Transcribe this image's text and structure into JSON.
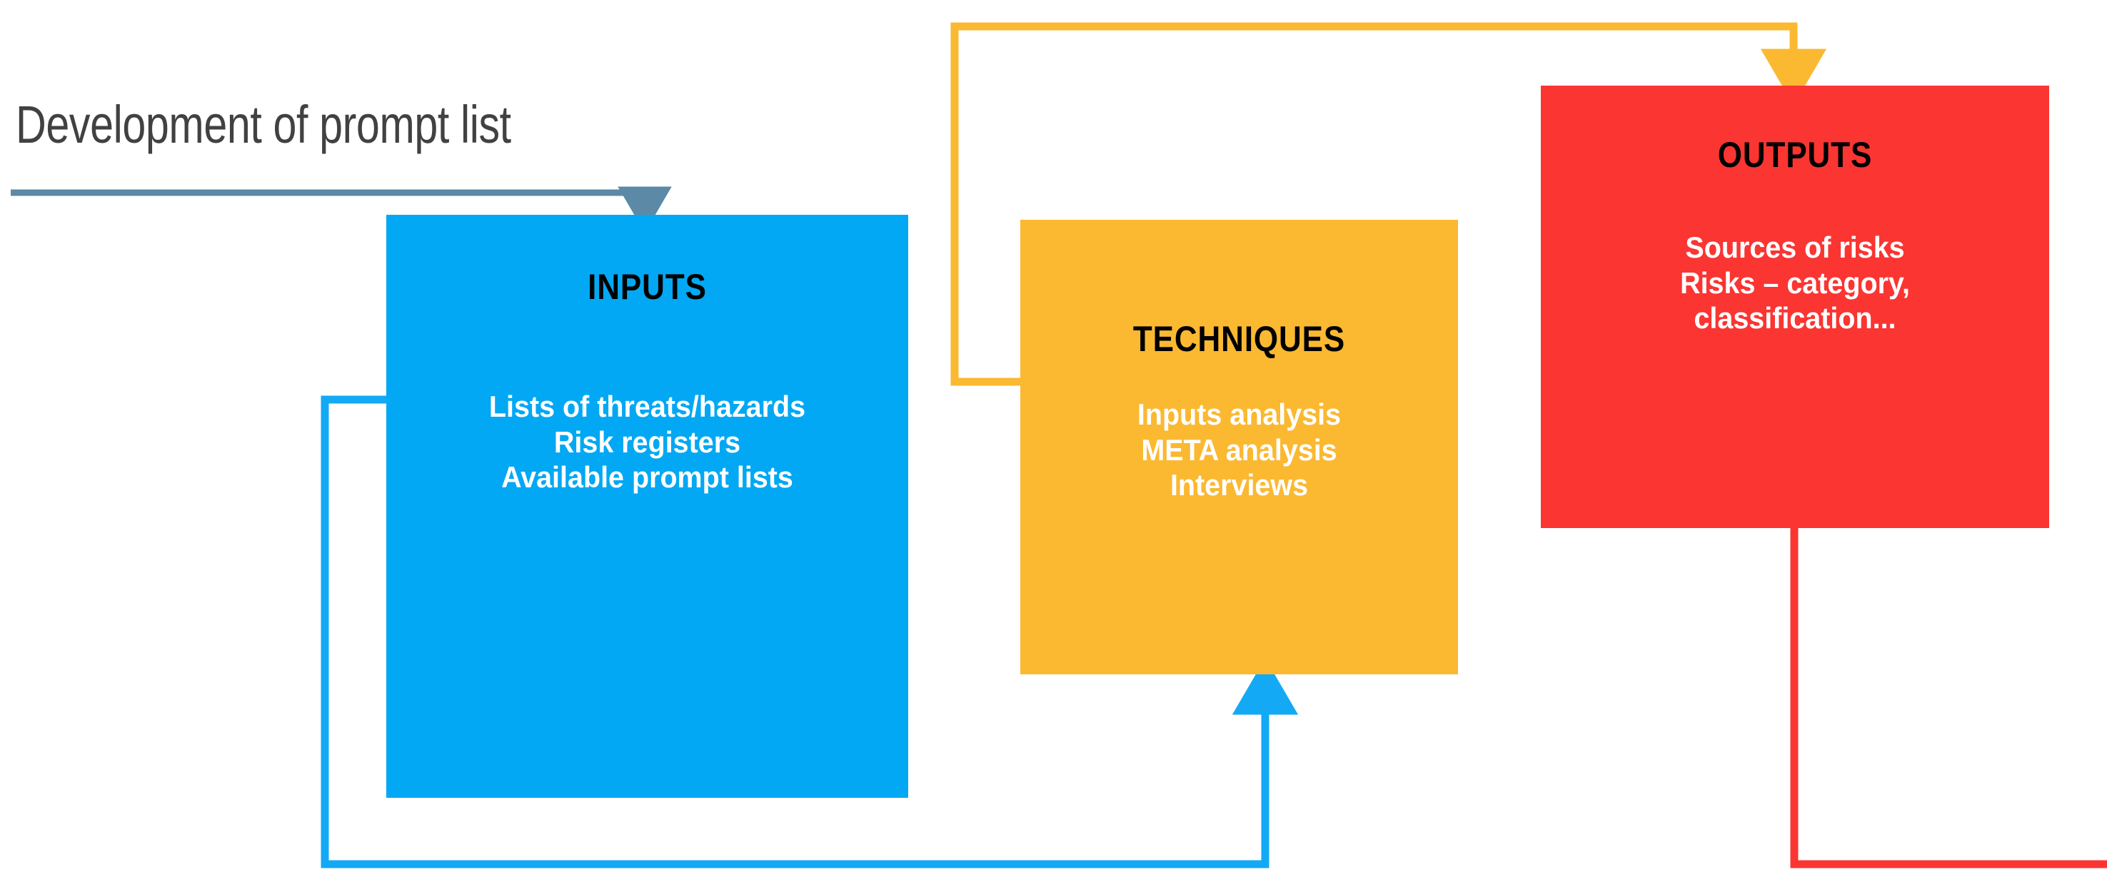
{
  "title": "Development of prompt list",
  "colors": {
    "inputs": "#02A8F3",
    "techniques": "#FBB831",
    "outputs": "#FA3532",
    "title_text": "#414141",
    "title_arrow": "#5B89A6",
    "heading_text": "#000000",
    "body_text": "#FFFFFF"
  },
  "nodes": {
    "inputs": {
      "heading": "INPUTS",
      "lines": [
        "Lists of threats/hazards",
        "Risk registers",
        "Available prompt lists"
      ]
    },
    "techniques": {
      "heading": "TECHNIQUES",
      "lines": [
        "Inputs analysis",
        "META analysis",
        "Interviews"
      ]
    },
    "outputs": {
      "heading": "OUTPUTS",
      "lines": [
        "Sources of risks",
        "Risks – category,",
        "classification..."
      ]
    }
  },
  "connectors": [
    {
      "name": "title-to-inputs",
      "color": "#5B89A6",
      "from": "title",
      "to": "inputs"
    },
    {
      "name": "inputs-to-techniques",
      "color": "#02A8F3",
      "from": "inputs",
      "to": "techniques"
    },
    {
      "name": "techniques-to-outputs",
      "color": "#FBB831",
      "from": "techniques",
      "to": "outputs"
    },
    {
      "name": "outputs-onward",
      "color": "#FA3532",
      "from": "outputs",
      "to": "next-stage"
    }
  ]
}
